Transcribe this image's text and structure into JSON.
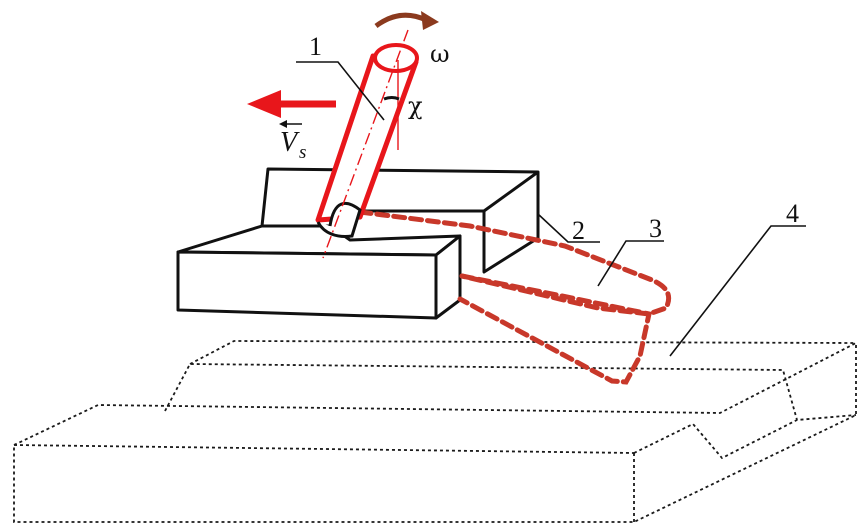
{
  "labels": {
    "tool": "1",
    "workpiece": "2",
    "material_flow": "3",
    "weld_seam": "4"
  },
  "symbols": {
    "rotation": "ω",
    "tilt_angle": "χ",
    "feed_velocity": "V",
    "feed_velocity_subscript": "s"
  },
  "colors": {
    "tool": "#e8161b",
    "rotation_arrow": "#8b3a1e",
    "flow": "#c8382a",
    "outline": "#111111",
    "seam": "#1a1a1a"
  }
}
